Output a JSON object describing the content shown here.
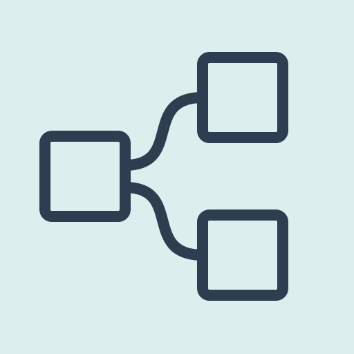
{
  "icon": {
    "name": "hierarchy-diagram-icon",
    "nodes": [
      {
        "role": "root"
      },
      {
        "role": "child"
      },
      {
        "role": "child"
      }
    ]
  },
  "colors": {
    "background": "#DDEEEF",
    "stroke": "#2C3E50"
  }
}
